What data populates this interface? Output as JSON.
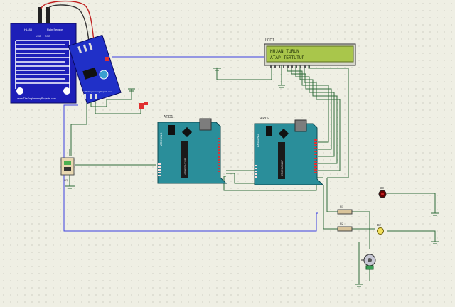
{
  "rain_sensor": {
    "pins": [
      "VCC",
      "GND"
    ],
    "title": "Rain Sensor",
    "model": "HL-83",
    "website": "www.TheEngineeringProjects.com"
  },
  "module": {
    "label": "www.TheEngineeringProjects.com"
  },
  "lcd": {
    "ref": "LCD1",
    "line1": "HUJAN TURUN",
    "line2": "ATAP TERTUTUP"
  },
  "arduino1": {
    "ref": "ARD1",
    "brand": "ARDUINO",
    "chip": "ATMEGA328P"
  },
  "arduino2": {
    "ref": "ARD2",
    "brand": "ARDUINO",
    "chip": "ATMEGA328P"
  },
  "components": {
    "d3_ref": "D3",
    "d2_ref": "D2",
    "r1_ref": "R1",
    "r2_ref": "R2",
    "left_part_ref": "U2"
  },
  "colors": {
    "wire": "#2f6b3a",
    "blue_wire": "#3b3fe0",
    "sensor_blue": "#1d1fb8",
    "lcd_green": "#a9c64b",
    "arduino_teal": "#2a8e9a",
    "vcc_red": "#e03030"
  }
}
